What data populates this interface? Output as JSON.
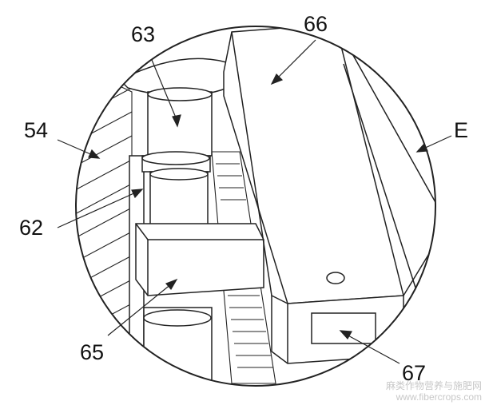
{
  "labels": {
    "l63": "63",
    "l66": "66",
    "l54": "54",
    "lE": "E",
    "l62": "62",
    "l65": "65",
    "l67": "67"
  },
  "watermark": {
    "line1": "麻类作物营养与施肥网",
    "line2": "www.fibercrops.com"
  }
}
